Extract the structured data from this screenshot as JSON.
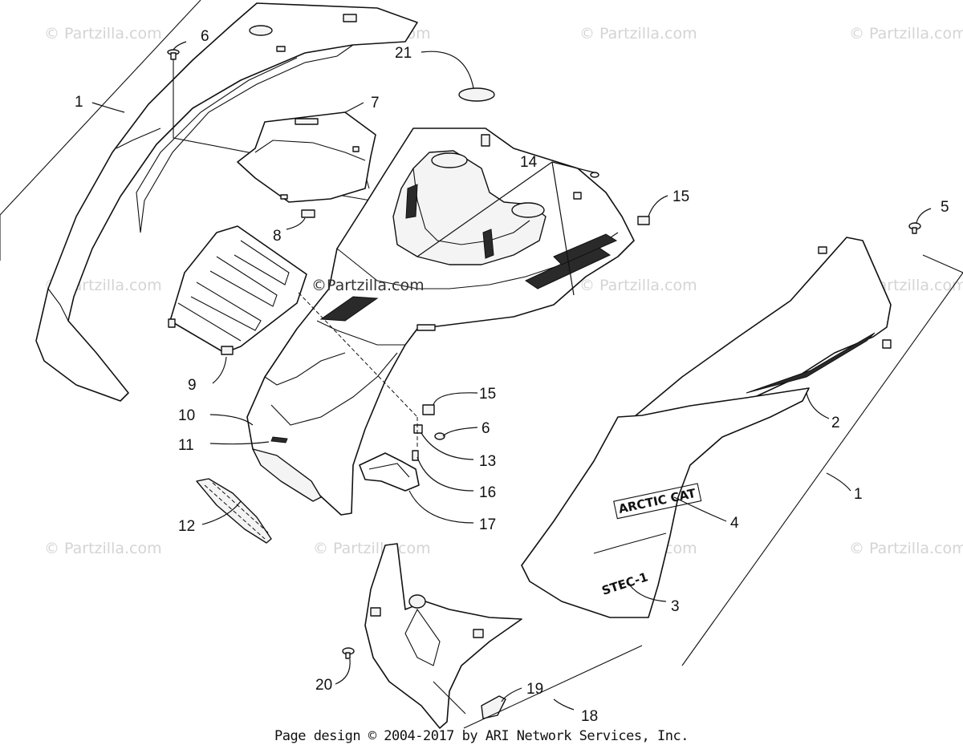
{
  "watermark": "© Partzilla.com",
  "center_watermark": "©Partzilla.com",
  "footer": "Page design © 2004-2017 by ARI Network Services, Inc.",
  "decals": {
    "brand": "ARCTIC CAT",
    "model": "STEC-1"
  },
  "callouts": [
    "1",
    "2",
    "3",
    "4",
    "5",
    "6",
    "7",
    "8",
    "9",
    "10",
    "11",
    "12",
    "13",
    "14",
    "15",
    "16",
    "17",
    "18",
    "19",
    "20",
    "21",
    "6",
    "15",
    "1"
  ]
}
